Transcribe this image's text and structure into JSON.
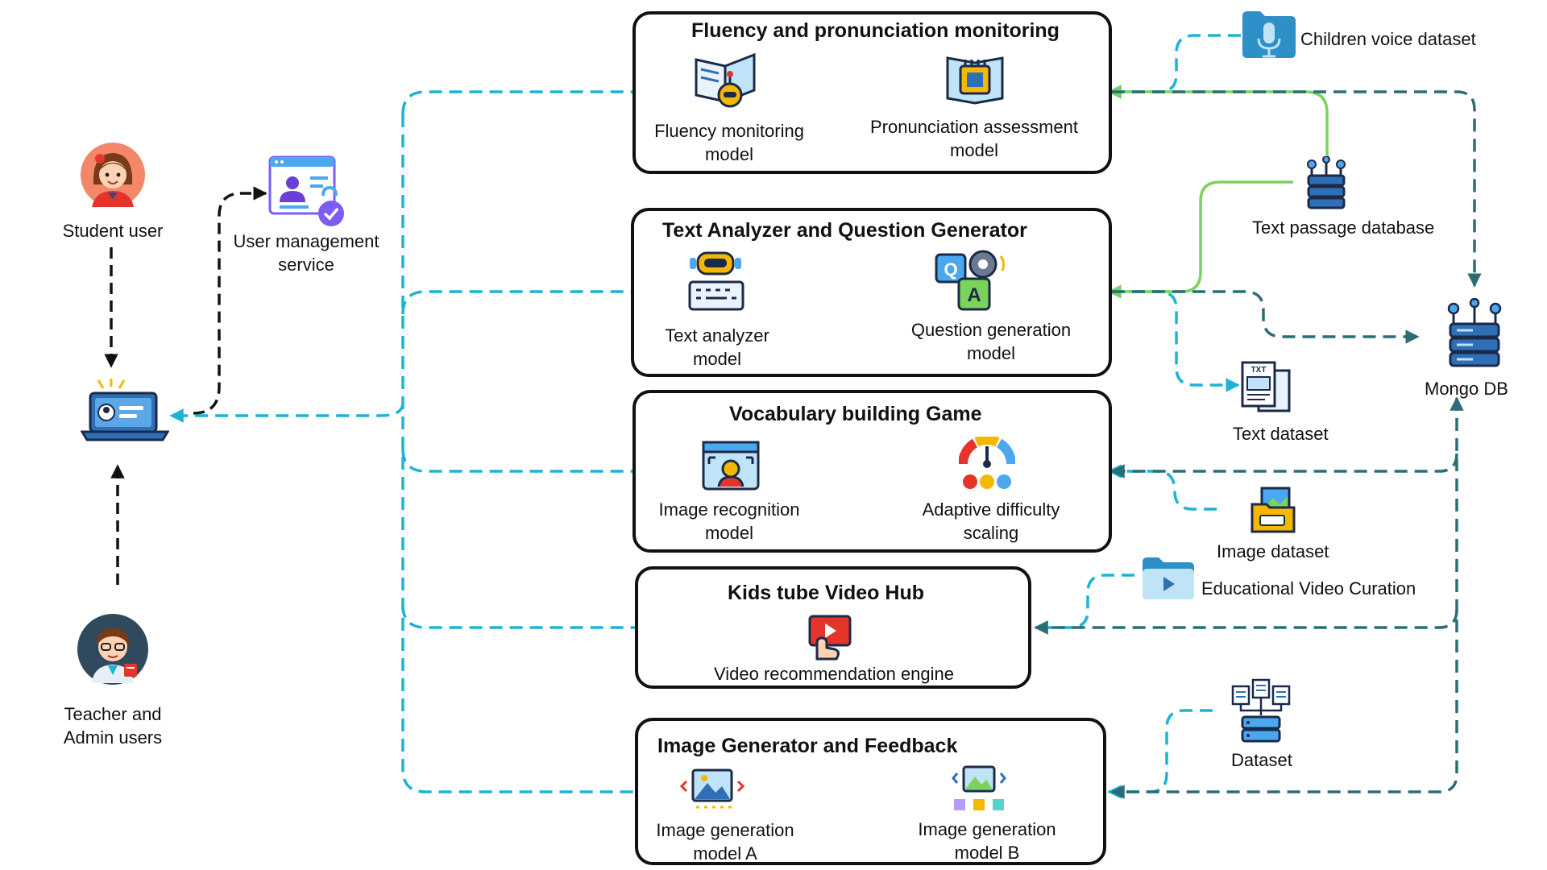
{
  "actors": {
    "student_label": "Student user",
    "teacher_label": "Teacher and\nAdmin users",
    "user_mgmt_label": "User management\nservice"
  },
  "modules": [
    {
      "title": "Fluency and pronunciation monitoring",
      "items": [
        "Fluency monitoring\nmodel",
        "Pronunciation assessment\nmodel"
      ]
    },
    {
      "title": "Text Analyzer and Question Generator",
      "items": [
        "Text analyzer\nmodel",
        "Question generation\nmodel"
      ]
    },
    {
      "title": "Vocabulary building Game",
      "items": [
        "Image recognition\nmodel",
        "Adaptive difficulty\nscaling"
      ]
    },
    {
      "title": "Kids tube Video  Hub",
      "items": [
        "Video recommendation engine"
      ]
    },
    {
      "title": "Image Generator and Feedback",
      "items": [
        "Image generation\nmodel A",
        "Image generation\nmodel B"
      ]
    }
  ],
  "datasets": {
    "children_voice": "Children voice dataset",
    "text_passage": "Text passage database",
    "text_dataset": "Text dataset",
    "image_dataset": "Image dataset",
    "edu_video": "Educational Video Curation",
    "dataset": "Dataset",
    "mongo": "Mongo DB"
  },
  "icons": {
    "student": "student-avatar-icon",
    "teacher": "teacher-avatar-icon",
    "laptop": "laptop-user-icon",
    "user_mgmt": "user-profile-lock-icon",
    "database": "database-server-icon",
    "folder_mic": "microphone-folder-icon",
    "folder_video": "video-folder-icon"
  },
  "colors": {
    "module_link": "#1BB3D6",
    "db_link": "#2A6E74",
    "passage_link": "#7AD35A",
    "actor_link": "#111111"
  }
}
